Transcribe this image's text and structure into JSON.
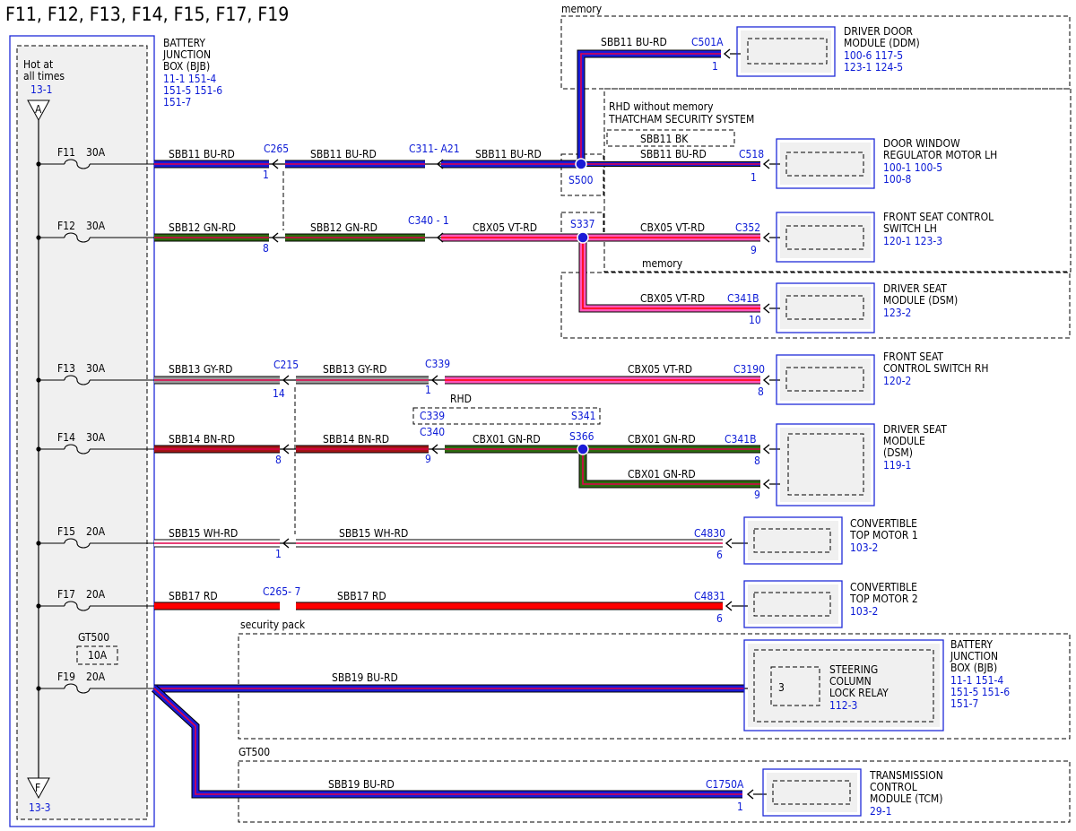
{
  "title": "F11, F12, F13, F14, F15, F17, F19",
  "bjb": {
    "name": "BATTERY\nJUNCTION\nBOX (BJB)",
    "refs": "11-1  151-4\n151-5 151-6\n151-7",
    "hot_label": "Hot at\nall times",
    "hot_ref": "13-1",
    "conn_top": "A",
    "conn_bottom": "F",
    "bottom_ref": "13-3",
    "gt500_fuse_label": "GT500",
    "gt500_fuse_rating": "10A"
  },
  "colors": {
    "BU-RD": [
      "#1a1ad6",
      "#e0004a"
    ],
    "GN-RD": [
      "#2e6b10",
      "#e0004a"
    ],
    "VT-RD": [
      "#ff55bb",
      "#ff0000"
    ],
    "GY-RD": [
      "#9c9c9c",
      "#e0004a"
    ],
    "BN-RD": [
      "#a31515",
      "#e0004a"
    ],
    "WH-RD": [
      "#ffffff",
      "#e0004a"
    ],
    "RD": [
      "#ff0000",
      "#ff0000"
    ],
    "frame_blue": "#1f2bd8",
    "label_blue": "#0b1ad6"
  },
  "fuses": [
    {
      "name": "F11",
      "rating": "30A"
    },
    {
      "name": "F12",
      "rating": "30A"
    },
    {
      "name": "F13",
      "rating": "30A"
    },
    {
      "name": "F14",
      "rating": "30A"
    },
    {
      "name": "F15",
      "rating": "20A"
    },
    {
      "name": "F17",
      "rating": "20A"
    },
    {
      "name": "F19",
      "rating": "20A"
    }
  ],
  "wire_labels": {
    "sbb11": "SBB11   BU-RD",
    "sbb11_bk": "SBB11   BK",
    "sbb12": "SBB12   GN-RD",
    "cbx05": "CBX05   VT-RD",
    "sbb13": "SBB13   GY-RD",
    "sbb14": "SBB14   BN-RD",
    "cbx01": "CBX01   GN-RD",
    "sbb15": "SBB15   WH-RD",
    "sbb17": "SBB17   RD",
    "sbb19": "SBB19   BU-RD"
  },
  "connectors": {
    "c265": "C265",
    "c311": "C311- A21",
    "c501a": "C501A",
    "c518": "C518",
    "c340_1": "C340 - 1",
    "c352": "C352",
    "c341b": "C341B",
    "c215": "C215",
    "c339": "C339",
    "c3190": "C3190",
    "c340": "C340",
    "c4830": "C4830",
    "c265_7": "C265- 7",
    "c4831": "C4831",
    "c1750a": "C1750A"
  },
  "pins": {
    "p1": "1",
    "p3": "3",
    "p6": "6",
    "p8": "8",
    "p9": "9",
    "p10": "10",
    "p14": "14"
  },
  "splices": {
    "s500": "S500",
    "s337": "S337",
    "s366": "S366"
  },
  "options": {
    "memory": "memory",
    "rhd_without_memory": "RHD without memory",
    "thatcham": "THATCHAM SECURITY SYSTEM",
    "rhd": "RHD",
    "rhd_c339": "C339",
    "rhd_s341": "S341",
    "security_pack": "security pack",
    "gt500": "GT500"
  },
  "components": {
    "ddm": {
      "name": "DRIVER DOOR\nMODULE (DDM)",
      "refs": "100-6 117-5\n123-1 124-5"
    },
    "door_window": {
      "name": "DOOR WINDOW\nREGULATOR MOTOR LH",
      "refs": "100-1 100-5\n100-8"
    },
    "seat_switch_lh": {
      "name": "FRONT SEAT CONTROL\nSWITCH LH",
      "refs": "120-1 123-3"
    },
    "dsm_a": {
      "name": "DRIVER SEAT\nMODULE (DSM)",
      "refs": "123-2"
    },
    "seat_switch_rh": {
      "name": "FRONT SEAT\nCONTROL SWITCH RH",
      "refs": "120-2"
    },
    "dsm_b": {
      "name": "DRIVER SEAT\nMODULE\n(DSM)",
      "refs": "119-1"
    },
    "top_motor_1": {
      "name": "CONVERTIBLE\nTOP MOTOR 1",
      "refs": "103-2"
    },
    "top_motor_2": {
      "name": "CONVERTIBLE\nTOP MOTOR 2",
      "refs": "103-2"
    },
    "bjb2": {
      "name": "BATTERY\nJUNCTION\nBOX (BJB)",
      "refs": "11-1  151-4\n151-5 151-6\n151-7"
    },
    "relay": {
      "name": "STEERING\nCOLUMN\nLOCK RELAY",
      "refs": "112-3"
    },
    "tcm": {
      "name": "TRANSMISSION\nCONTROL\nMODULE (TCM)",
      "refs": "29-1"
    }
  }
}
